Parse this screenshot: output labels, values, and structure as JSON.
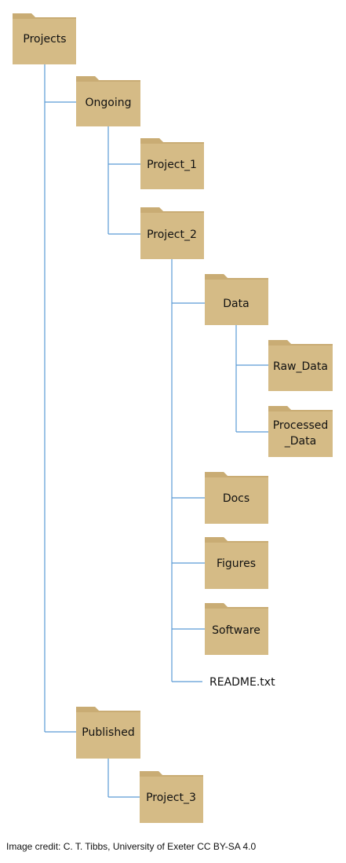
{
  "colors": {
    "folder_fill": "#d5bb86",
    "folder_tab": "#c9ac74",
    "connector": "#5b9bd5"
  },
  "tree": {
    "projects": "Projects",
    "ongoing": "Ongoing",
    "project_1": "Project_1",
    "project_2": "Project_2",
    "data": "Data",
    "raw_data": "Raw_Data",
    "processed_data_line1": "Processed",
    "processed_data_line2": "_Data",
    "docs": "Docs",
    "figures": "Figures",
    "software": "Software",
    "readme": "README.txt",
    "published": "Published",
    "project_3": "Project_3"
  },
  "credit": "Image credit: C. T. Tibbs, University of Exeter CC BY-SA 4.0"
}
